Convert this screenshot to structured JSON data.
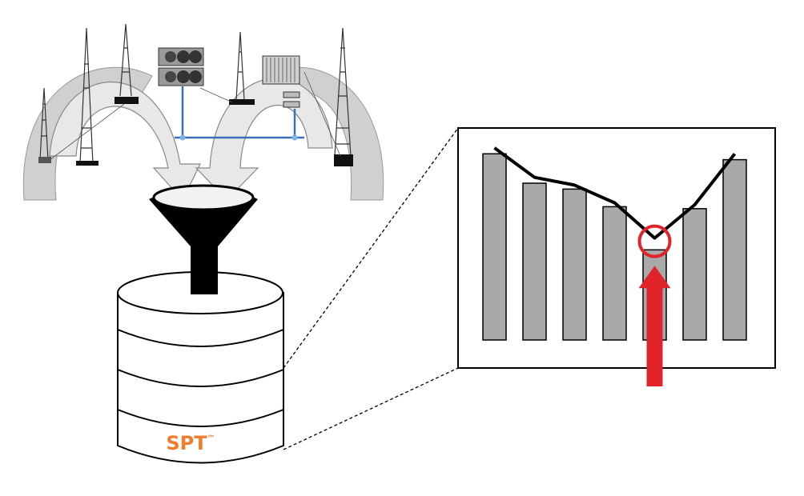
{
  "diagram": {
    "database": {
      "label": "SPT",
      "trademark": "™",
      "label_color": "#ef7d2d",
      "layers": 4
    },
    "inset_chart": {
      "bar_values": [
        0.95,
        0.8,
        0.77,
        0.68,
        0.46,
        0.67,
        0.92
      ],
      "trend_values": [
        0.98,
        0.83,
        0.79,
        0.7,
        0.52,
        0.69,
        0.95
      ],
      "highlighted_index": 4,
      "bar_color": "#a9a9a9",
      "highlight_ring_color": "#e0242a",
      "arrow_color": "#e0242a"
    },
    "colors": {
      "arc_fill": "#d0d0d0",
      "network_line": "#3b6fb6",
      "funnel": "#000000"
    }
  }
}
